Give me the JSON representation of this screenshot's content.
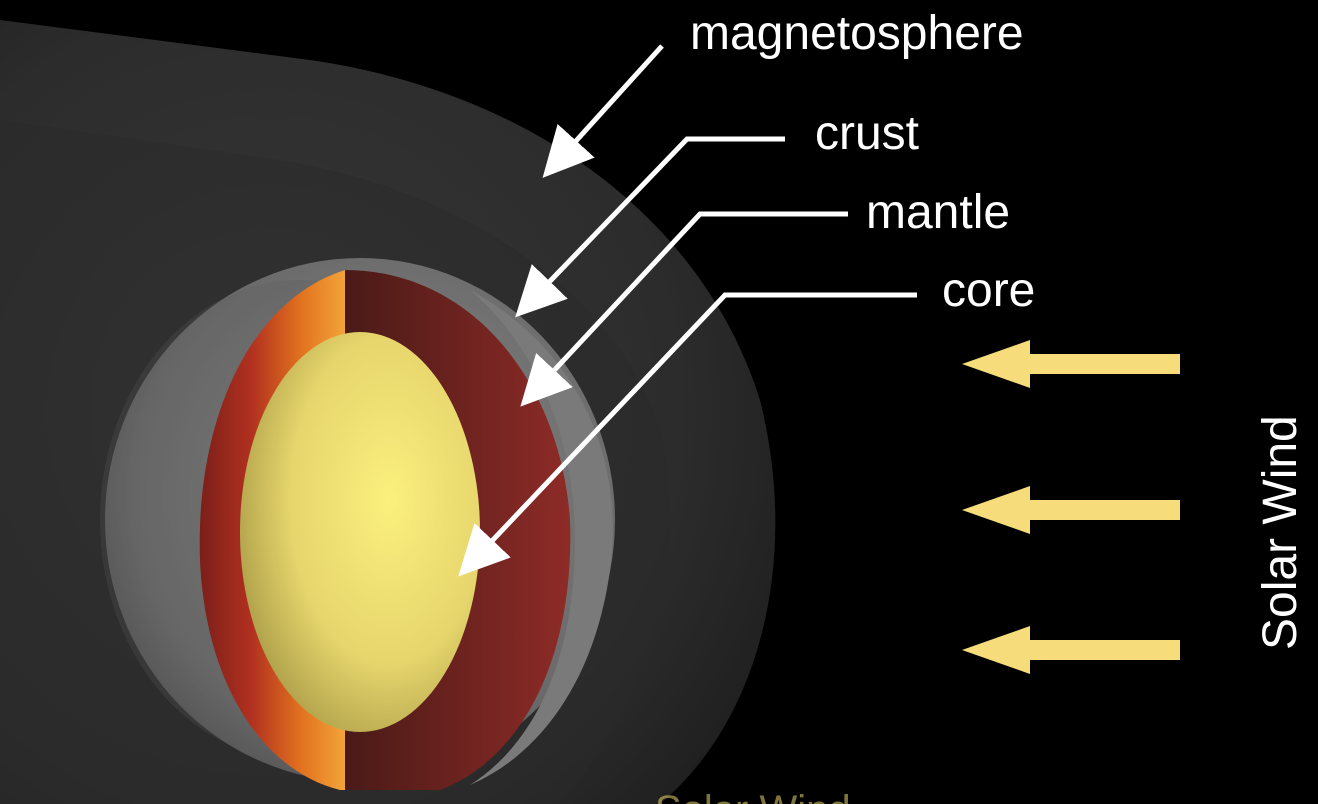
{
  "labels": {
    "magnetosphere": "magnetosphere",
    "crust": "crust",
    "mantle": "mantle",
    "core": "core",
    "solar_wind": "Solar Wind",
    "solar_wind_faint": "Solar Wind"
  },
  "colors": {
    "background": "#000000",
    "magnetosphere": "#2b2b2b",
    "crust": "#8a8a8a",
    "mantle": "#8b2a26",
    "core": "#efe079",
    "arrow": "#ffffff",
    "wind_arrow": "#f6dc7a"
  }
}
